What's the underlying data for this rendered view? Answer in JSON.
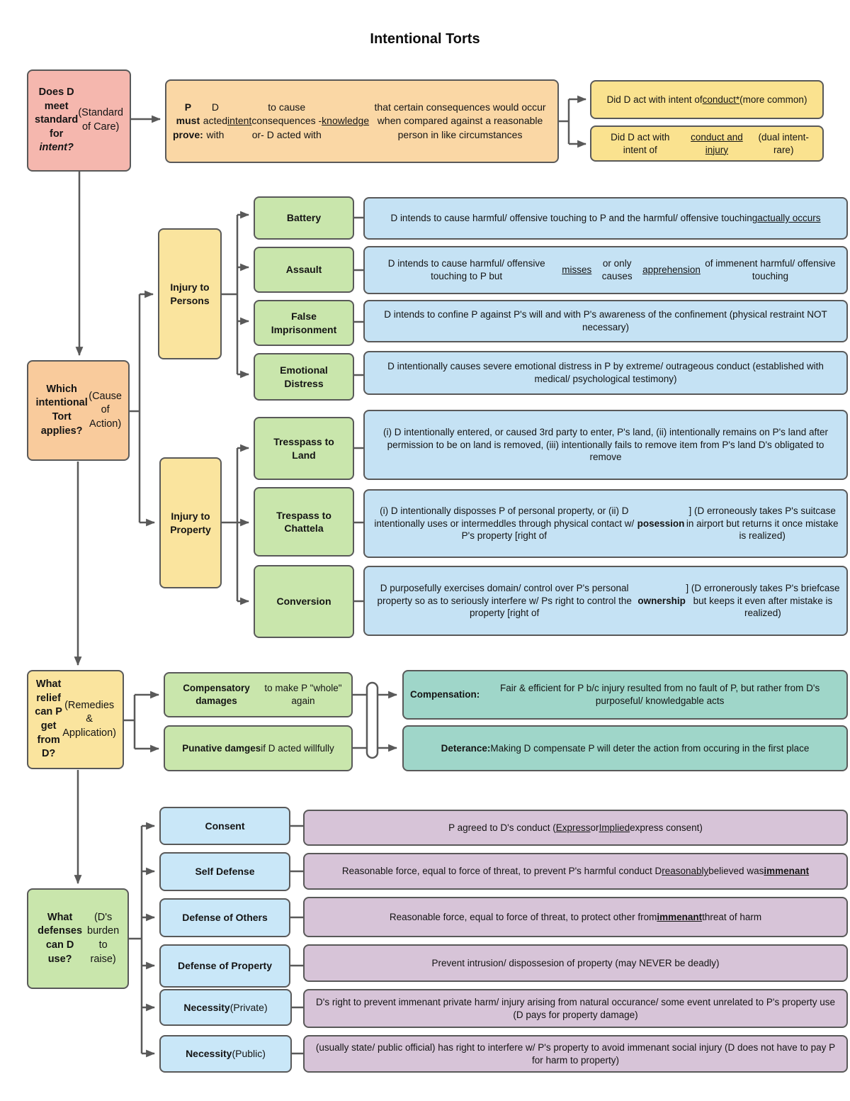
{
  "title": "Intentional Torts",
  "intent_question": {
    "text": "**Does D meet standard for //intent?//** (Standard of Care)"
  },
  "intent_rule": {
    "text": "**P must prove:** D acted with __intent__ to cause consequences -or- D acted with __knowledge__ that certain consequences would occur when compared against a reasonable person in like circumstances"
  },
  "intent_types": [
    {
      "text": "Did D act with intent of __conduct*__ (more common)"
    },
    {
      "text": "Did D act with intent of __conduct and injury__ (dual intent- rare)"
    }
  ],
  "tort_question": {
    "text": "**Which intentional Tort applies?** (Cause of Action)"
  },
  "injury_to_persons": {
    "label": "**Injury to Persons**",
    "torts": [
      {
        "name": "**Battery**",
        "definition": "D intends to cause harmful/ offensive touching to P and the harmful/ offensive touching __actually occurs__"
      },
      {
        "name": "**Assault**",
        "definition": "D intends to cause harmful/ offensive touching to P but __misses__ or only causes __apprehension__ of immenent harmful/ offensive touching"
      },
      {
        "name": "**False Imprisonment**",
        "definition": "D intends to confine P against P's will and with P's awareness of the confinement (physical restraint NOT necessary)"
      },
      {
        "name": "**Emotional Distress**",
        "definition": "D intentionally causes severe emotional distress in P by extreme/ outrageous conduct (established with medical/ psychological testimony)"
      }
    ]
  },
  "injury_to_property": {
    "label": "**Injury to Property**",
    "torts": [
      {
        "name": "**Tresspass to Land**",
        "definition": "(i) D intentionally entered, or caused 3rd party to enter, P's land, (ii) intentionally remains on P's land after permission to be on land is removed, (iii) intentionally fails to remove item from P's land D's obligated to remove"
      },
      {
        "name": "**Trespass to Chattela**",
        "definition": "(i) D intentionally disposses P of personal property, or (ii) D intentionally uses or intermeddles through physical contact w/ P's property [right of **posession**] (D erroneously takes P's suitcase in airport but returns it once mistake is realized)"
      },
      {
        "name": "**Conversion**",
        "definition": "D purposefully exercises domain/ control over P's personal property so as to seriously interfere w/ Ps right to control the property [right of **ownership**] (D erronerously takes P's briefcase but keeps it even after mistake is realized)"
      }
    ]
  },
  "relief_question": {
    "text": "**What relief can P get from D?** (Remedies & Application)"
  },
  "remedies": [
    {
      "damages": "**Compensatory damages** to make P \"whole\" again",
      "rationale": "**Compensation:** Fair & efficient for P b/c injury resulted from no fault of P, but rather from D's purposeful/ knowledgable acts"
    },
    {
      "damages": "**Punative damges** if D acted willfully",
      "rationale": "**Deterance:** Making D compensate P will deter the action from occuring in the first place"
    }
  ],
  "defenses_question": {
    "text": "**What defenses can D use?** (D's burden to raise)"
  },
  "defenses": [
    {
      "name": "**Consent**",
      "rule": "P agreed to D's conduct (__Express__ or __Implied__ express consent)"
    },
    {
      "name": "**Self Defense**",
      "rule": "Reasonable force, equal to force of threat, to prevent P's harmful conduct D __reasonably__ believed was **__immenant__**"
    },
    {
      "name": "**Defense of Others**",
      "rule": "Reasonable force, equal to force of threat, to protect other from **__immenant__** threat of harm"
    },
    {
      "name": "**Defense of Property**",
      "rule": "Prevent intrusion/ dispossesion of property (may NEVER be deadly)"
    },
    {
      "name": "**Necessity** (Private)",
      "rule": "D's right to prevent immenant private harm/ injury arising from natural occurance/ some event unrelated to P's property use (D pays for property damage)"
    },
    {
      "name": "**Necessity** (Public)",
      "rule": "(usually state/ public official) has right to interfere w/ P's property to avoid immenant social injury (D does not have to pay P for harm to property)"
    }
  ]
}
